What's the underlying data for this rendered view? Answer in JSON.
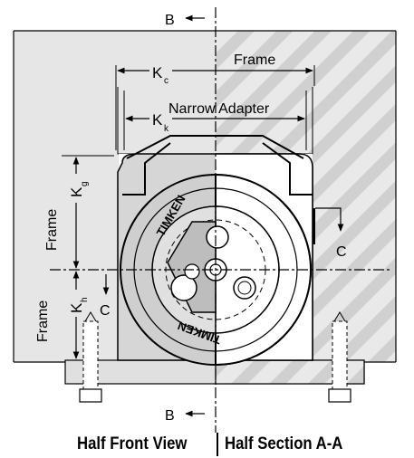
{
  "labels": {
    "section_b_top": "B",
    "section_b_bottom": "B",
    "section_c_left": "C",
    "section_c_right": "C",
    "dim_kc_main": "K",
    "dim_kc_sub": "c",
    "dim_kk_main": "K",
    "dim_kk_sub": "k",
    "dim_kg_main": "K",
    "dim_kg_sub": "g",
    "dim_kh_main": "K",
    "dim_kh_sub": "h",
    "frame_top": "Frame",
    "narrow_adapter": "Narrow Adapter",
    "frame_left_upper": "Frame",
    "frame_left_lower": "Frame",
    "brand_upper": "TIMKEN",
    "brand_lower": "TIMKEN"
  },
  "captions": {
    "left": "Half Front View",
    "right": "Half Section A-A"
  },
  "colors": {
    "frame_fill": "#e6e6e6",
    "hatch_stripe": "#cfcfcf",
    "line": "#000000"
  }
}
